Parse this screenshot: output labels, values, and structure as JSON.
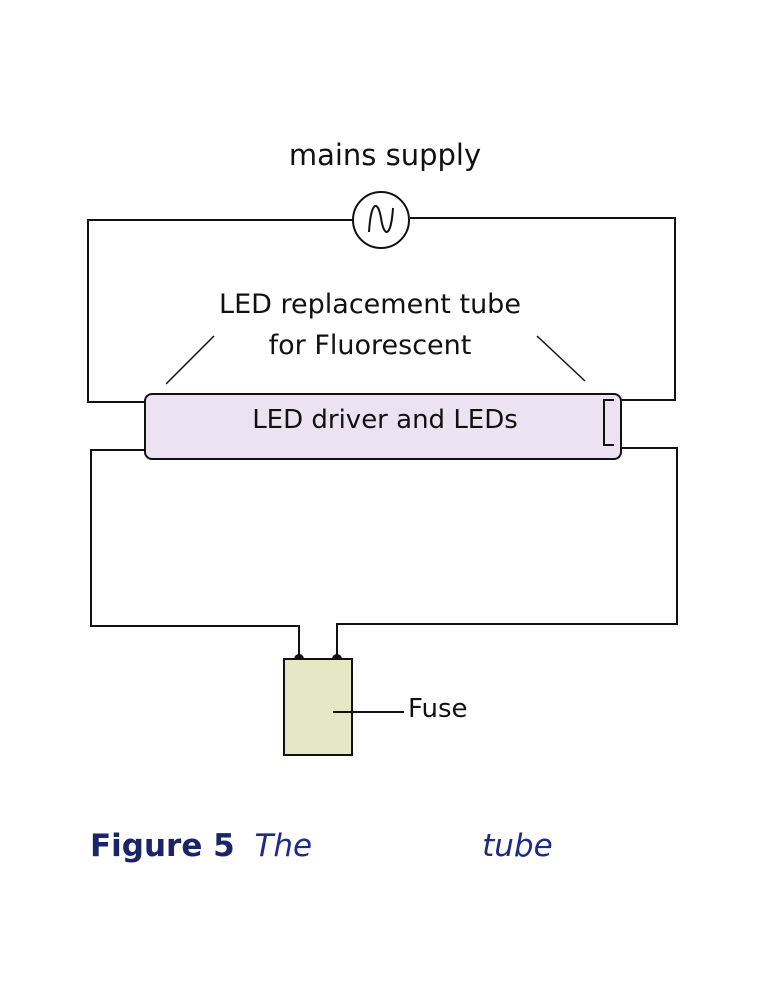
{
  "diagram": {
    "title_label": "mains supply",
    "source_symbol": "ac-source-icon",
    "tube_label_line1": "LED replacement tube",
    "tube_label_line2": "for Fluorescent",
    "tube_inner_label": "LED driver and LEDs",
    "fuse_label": "Fuse",
    "colors": {
      "wire": "#111111",
      "tube_fill": "#ece2f2",
      "fuse_fill": "#e4e8c4",
      "caption": "#1a2466"
    }
  },
  "caption": {
    "figure_number": "Figure 5",
    "text_start": "The",
    "text_end": "tube"
  }
}
